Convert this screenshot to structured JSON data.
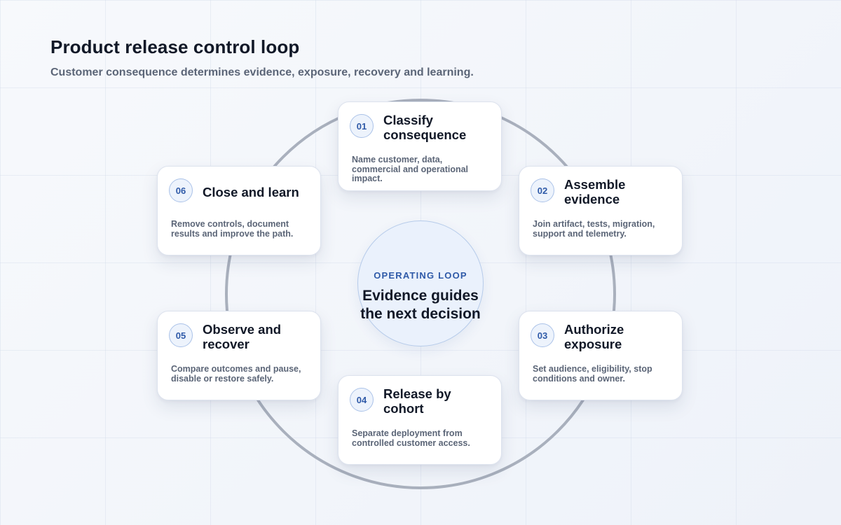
{
  "header": {
    "title": "Product release control loop",
    "subtitle": "Customer consequence determines evidence, exposure, recovery and learning."
  },
  "center": {
    "label": "OPERATING LOOP",
    "text": "Evidence guides the next decision"
  },
  "steps": [
    {
      "number": "01",
      "title": "Classify consequence",
      "description": "Name customer, data, commercial and operational impact."
    },
    {
      "number": "02",
      "title": "Assemble evidence",
      "description": "Join artifact, tests, migration, support and telemetry."
    },
    {
      "number": "03",
      "title": "Authorize exposure",
      "description": "Set audience, eligibility, stop conditions and owner."
    },
    {
      "number": "04",
      "title": "Release by cohort",
      "description": "Separate deployment from controlled customer access."
    },
    {
      "number": "05",
      "title": "Observe and recover",
      "description": "Compare outcomes and pause, disable or restore safely."
    },
    {
      "number": "06",
      "title": "Close and learn",
      "description": "Remove controls, document results and improve the path."
    }
  ],
  "colors": {
    "accent": "#2f5aa8",
    "loop_ring": "#a9b0bd",
    "badge_fill": "#edf3fc",
    "card_background": "#ffffff"
  }
}
